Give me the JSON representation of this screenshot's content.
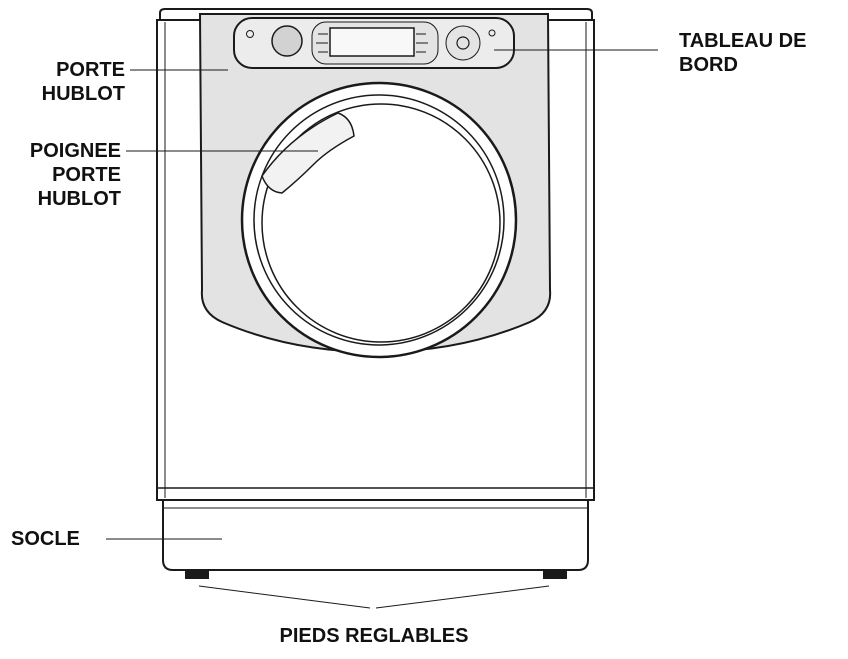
{
  "labels": {
    "porte_hublot": [
      "PORTE",
      "HUBLOT"
    ],
    "poignee_porte_hublot": [
      "POIGNEE",
      "PORTE",
      "HUBLOT"
    ],
    "socle": [
      "SOCLE"
    ],
    "tableau_de_bord": [
      "TABLEAU DE",
      "BORD"
    ],
    "pieds_reglables": [
      "PIEDS REGLABLES"
    ]
  },
  "colors": {
    "stroke": "#1a1a1a",
    "panel": "#e3e3e3",
    "body": "#ffffff"
  }
}
